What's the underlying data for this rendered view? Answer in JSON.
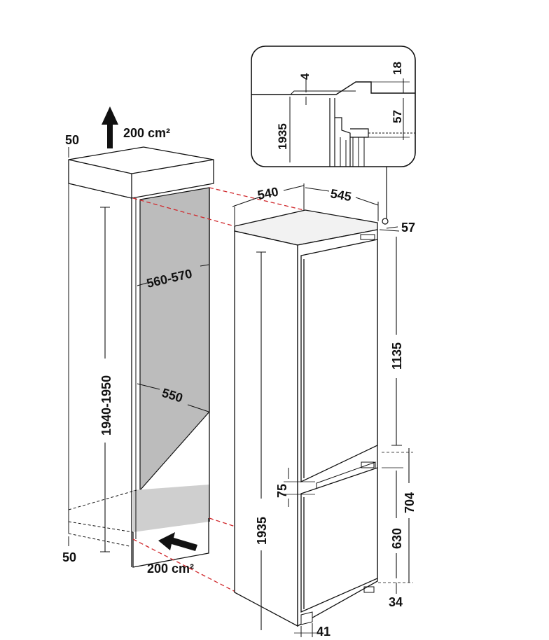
{
  "diagram": {
    "ventilation": {
      "top_area": "200 cm²",
      "bottom_area": "200 cm²"
    },
    "niche": {
      "top_clearance": "50",
      "bottom_clearance": "50",
      "height": "1940-1950",
      "width": "560-570",
      "depth": "550"
    },
    "appliance": {
      "width": "540",
      "depth": "545",
      "top_gap": "57",
      "upper_door": "1135",
      "door_gap": "75",
      "lower_section": "704",
      "lower_door": "630",
      "bottom_offset": "34",
      "total_height": "1935",
      "plinth": "41"
    },
    "detail": {
      "gap_4": "4",
      "gap_18": "18",
      "gap_57": "57",
      "height": "1935"
    }
  }
}
